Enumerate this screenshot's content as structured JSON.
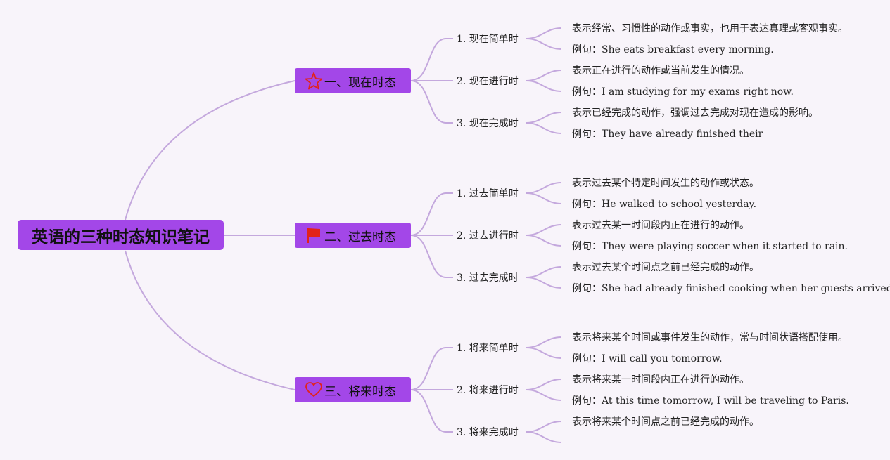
{
  "root": {
    "title": "英语的三种时态知识笔记"
  },
  "colors": {
    "node_fill": "#a347e8",
    "line": "#c4a8dd",
    "icon_red": "#e2231a"
  },
  "branches": [
    {
      "label": "一、现在时态",
      "icon": "star-icon",
      "subs": [
        {
          "label": "1. 现在简单时",
          "desc": "表示经常、习惯性的动作或事实，也用于表达真理或客观事实。",
          "example_prefix": "例句：",
          "example": "She eats breakfast every morning."
        },
        {
          "label": "2. 现在进行时",
          "desc": "表示正在进行的动作或当前发生的情况。",
          "example_prefix": "例句：",
          "example": "I am studying for my exams right now."
        },
        {
          "label": "3. 现在完成时",
          "desc": "表示已经完成的动作，强调过去完成对现在造成的影响。",
          "example_prefix": "例句：",
          "example": "They have already finished their"
        }
      ]
    },
    {
      "label": "二、过去时态",
      "icon": "flag-icon",
      "subs": [
        {
          "label": "1. 过去简单时",
          "desc": "表示过去某个特定时间发生的动作或状态。",
          "example_prefix": "例句：",
          "example": "He walked to school yesterday."
        },
        {
          "label": "2. 过去进行时",
          "desc": "表示过去某一时间段内正在进行的动作。",
          "example_prefix": "例句：",
          "example": "They were playing soccer when it started to rain."
        },
        {
          "label": "3. 过去完成时",
          "desc": "表示过去某个时间点之前已经完成的动作。",
          "example_prefix": "例句：",
          "example": "She had already finished cooking when her guests arrived."
        }
      ]
    },
    {
      "label": "三、将来时态",
      "icon": "heart-icon",
      "subs": [
        {
          "label": "1. 将来简单时",
          "desc": "表示将来某个时间或事件发生的动作，常与时间状语搭配使用。",
          "example_prefix": "例句：",
          "example": "I will call you tomorrow."
        },
        {
          "label": "2. 将来进行时",
          "desc": "表示将来某一时间段内正在进行的动作。",
          "example_prefix": "例句：",
          "example": "At this time tomorrow, I will be traveling to Paris."
        },
        {
          "label": "3. 将来完成时",
          "desc": "表示将来某个时间点之前已经完成的动作。",
          "example_prefix": "",
          "example": ""
        }
      ]
    }
  ]
}
